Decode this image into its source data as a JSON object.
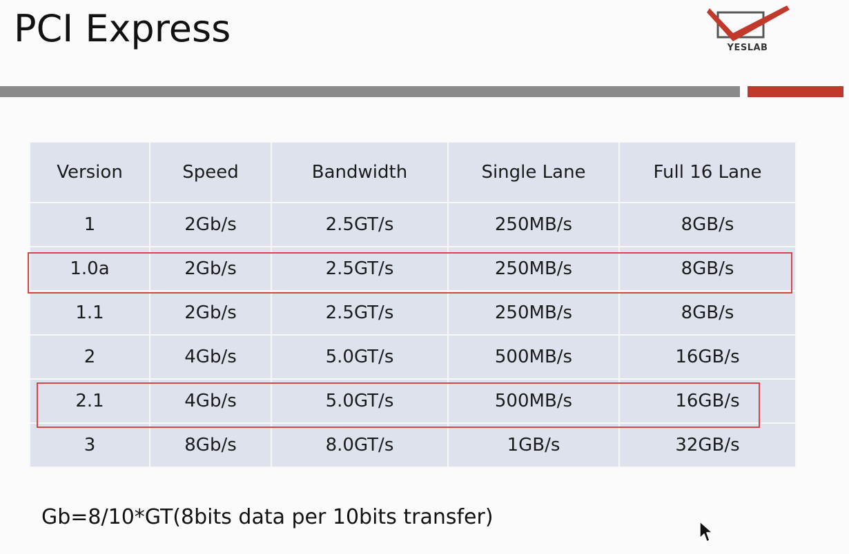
{
  "slide": {
    "title": "PCI Express"
  },
  "logo": {
    "text": "YESLAB",
    "icon": "yeslab-check-logo-icon",
    "colors": {
      "mark": "#c0392b",
      "text": "#333333"
    }
  },
  "rule_colors": {
    "gray": "#8a8a8a",
    "red": "#c0392b"
  },
  "table": {
    "headers": [
      "Version",
      "Speed",
      "Bandwidth",
      "Single Lane",
      "Full 16 Lane"
    ],
    "rows": [
      [
        "1",
        "2Gb/s",
        "2.5GT/s",
        "250MB/s",
        "8GB/s"
      ],
      [
        "1.0a",
        "2Gb/s",
        "2.5GT/s",
        "250MB/s",
        "8GB/s"
      ],
      [
        "1.1",
        "2Gb/s",
        "2.5GT/s",
        "250MB/s",
        "8GB/s"
      ],
      [
        "2",
        "4Gb/s",
        "5.0GT/s",
        "500MB/s",
        "16GB/s"
      ],
      [
        "2.1",
        "4Gb/s",
        "5.0GT/s",
        "500MB/s",
        "16GB/s"
      ],
      [
        "3",
        "8Gb/s",
        "8.0GT/s",
        "1GB/s",
        "32GB/s"
      ]
    ],
    "cell_color": "#dde2ec",
    "highlight_color": "#d64545",
    "highlighted_rows": [
      "1.0a",
      "2.1"
    ]
  },
  "footnote": "Gb=8/10*GT(8bits data per 10bits transfer)",
  "cursor": {
    "icon": "mouse-pointer-icon"
  }
}
